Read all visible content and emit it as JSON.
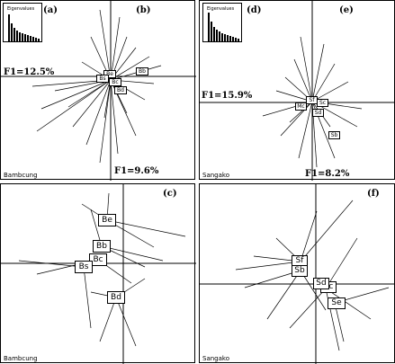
{
  "panels": {
    "a": {
      "letter": "(a)",
      "letter2": "(b)",
      "f_left": "F1=12.5%",
      "f_bottom": "F1=9.6%",
      "site": "Bambcung",
      "eig_title": "Eigenvalues",
      "boxes": [
        "Be",
        "Bs",
        "Bc",
        "Bd",
        "Bb"
      ]
    },
    "d": {
      "letter": "(d)",
      "letter2": "(e)",
      "f_left": "F1=15.9%",
      "f_bottom": "F1=8.2%",
      "site": "Sangako",
      "eig_title": "Eigenvalues",
      "boxes": [
        "Sf",
        "Mc",
        "Sc",
        "Sd",
        "Sb"
      ]
    },
    "c": {
      "letter": "(c)",
      "site": "Bambcung",
      "boxes": [
        "Be",
        "Bb",
        "Bc",
        "Bs",
        "Bd"
      ]
    },
    "f": {
      "letter": "(f)",
      "site": "Sangako",
      "boxes": [
        "Sf",
        "Sb",
        "Sc",
        "Sd",
        "Se"
      ]
    }
  }
}
